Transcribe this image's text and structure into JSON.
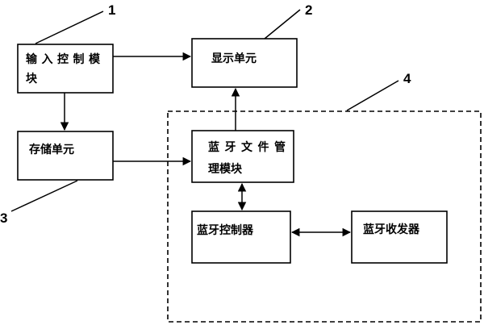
{
  "nodes": {
    "input_control": {
      "line1": "输入控制模",
      "line2": "块"
    },
    "display_unit": {
      "line1": "显示单元"
    },
    "storage_unit": {
      "line1": "存储单元"
    },
    "bt_file_mgmt": {
      "line1": "蓝牙文件管",
      "line2": "理模块"
    },
    "bt_controller": {
      "line1": "蓝牙控制器"
    },
    "bt_transceiver": {
      "line1": "蓝牙收发器"
    }
  },
  "callouts": {
    "c1": "1",
    "c2": "2",
    "c3": "3",
    "c4": "4"
  }
}
